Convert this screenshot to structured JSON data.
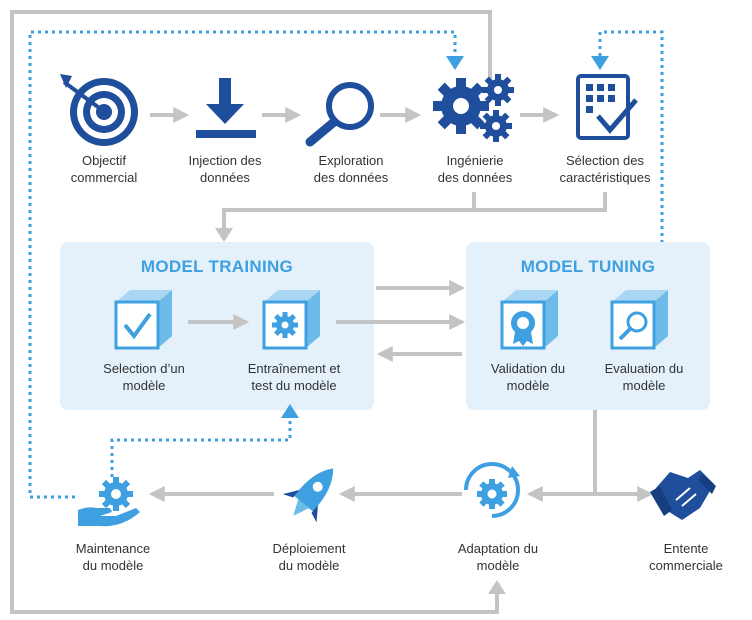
{
  "steps": {
    "objectif": "Objectif\ncommercial",
    "injection": "Injection des\ndonnées",
    "exploration": "Exploration\ndes données",
    "ingenierie": "Ingénierie\ndes données",
    "selection_carac": "Sélection des\ncaractéristiques",
    "selection_modele": "Selection d’un\nmodèle",
    "entrainement": "Entraînement et\ntest du modèle",
    "validation": "Validation du\nmodèle",
    "evaluation": "Evaluation du\nmodèle",
    "maintenance": "Maintenance\ndu modèle",
    "deploiement": "Déploiement\ndu modèle",
    "adaptation": "Adaptation du\nmodèle",
    "entente": "Entente\ncommerciale"
  },
  "panels": {
    "training": "MODEL TRAINING",
    "tuning": "MODEL TUNING"
  },
  "colors": {
    "dark_blue": "#1e4e9c",
    "light_blue": "#3ea0e0",
    "panel_bg": "#e4f1fb",
    "arrow_gray": "#c4c4c4",
    "dotted_blue": "#3ea0e0"
  },
  "icons": [
    "target-icon",
    "download-icon",
    "magnifier-icon",
    "gears-icon",
    "checklist-icon",
    "cube-check-icon",
    "cube-gear-icon",
    "cube-badge-icon",
    "cube-magnifier-icon",
    "hand-gear-icon",
    "rocket-icon",
    "refresh-gear-icon",
    "handshake-icon"
  ]
}
